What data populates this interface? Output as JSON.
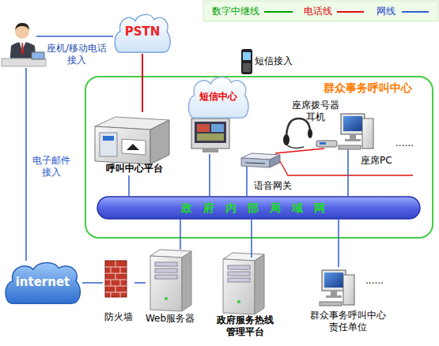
{
  "diagram": {
    "nodes": [
      {
        "text": [
          "PSTN"
        ]
      },
      {
        "text": [
          "座机/移动电话 接入"
        ]
      },
      {
        "text": [
          "群众事务呼叫中心"
        ]
      },
      {
        "text": [
          "短信中心"
        ],
        "in": 2
      },
      {
        "text": [
          "座席拨号器 耳机"
        ],
        "in": 2
      },
      {
        "text": [
          "呼叫中心平台"
        ],
        "in": 2
      },
      {
        "text": [
          "座席PC"
        ],
        "in": 2
      },
      {
        "text": [
          "语音网关"
        ],
        "in": 2
      },
      {
        "text": [
          "政府内部局域网"
        ],
        "in": 2
      },
      {
        "text": [
          "internet"
        ]
      },
      {
        "text": [
          "防火墙"
        ]
      },
      {
        "text": [
          "Web服务器"
        ]
      },
      {
        "text": [
          "政府服务热线 管理平台"
        ]
      },
      {
        "text": [
          "群众事务呼叫中心 责任单位"
        ]
      }
    ],
    "edges": [
      {
        "from": 1,
        "to": 0,
        "arrow": "none"
      },
      {
        "from": 1,
        "to": 9,
        "label": "电子邮件 接入",
        "arrow": "none"
      },
      {
        "from": 0,
        "to": 5,
        "arrow": "none"
      },
      {
        "from": 5,
        "to": 8,
        "arrow": "none"
      },
      {
        "from": 3,
        "to": 8,
        "arrow": "none"
      },
      {
        "from": 7,
        "to": 8,
        "arrow": "none"
      },
      {
        "from": 6,
        "to": 8,
        "arrow": "none"
      },
      {
        "from": 7,
        "to": 4,
        "arrow": "none"
      },
      {
        "from": 9,
        "to": 10,
        "arrow": "none"
      },
      {
        "from": 10,
        "to": 11,
        "arrow": "none"
      },
      {
        "from": 11,
        "to": 8,
        "arrow": "none"
      },
      {
        "from": 12,
        "to": 8,
        "arrow": "none"
      },
      {
        "from": 13,
        "to": 8,
        "arrow": "none"
      }
    ],
    "labels": [
      "短信接入",
      "......",
      "......"
    ],
    "legend": [
      {
        "text": "数字中继线"
      },
      {
        "text": "电话线"
      },
      {
        "text": "网线"
      }
    ]
  }
}
